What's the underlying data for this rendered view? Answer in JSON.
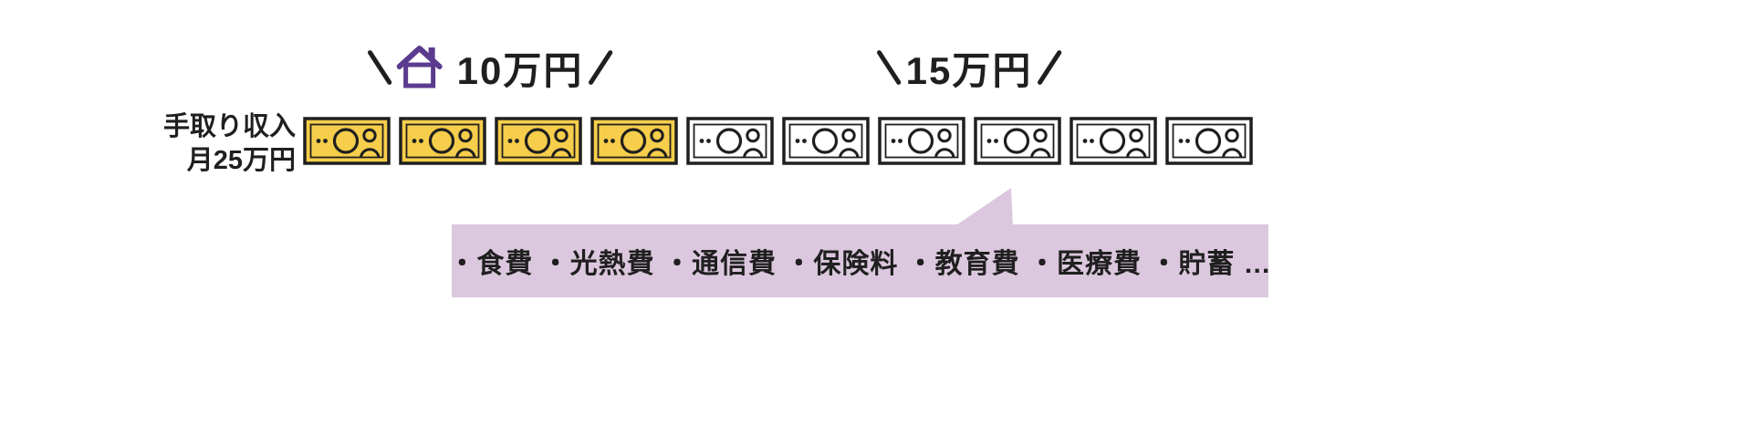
{
  "income": {
    "line1": "手取り収入",
    "line2": "月25万円"
  },
  "housing": {
    "amount_label": "10万円",
    "icon": "house-icon"
  },
  "other": {
    "amount_label": "15万円"
  },
  "callout": {
    "text": "・食費 ・光熱費 ・通信費 ・保険料 ・教育費 ・医療費 ・貯蓄 …"
  },
  "notes": {
    "yellow_count": 4,
    "white_count": 6,
    "yellow_color": "#f7ce4b",
    "white_color": "#ffffff",
    "outline_color": "#1f1f1f"
  },
  "colors": {
    "accent_purple": "#5a3b8e",
    "callout_bg": "#dcc8de",
    "text": "#1f1f1f"
  }
}
